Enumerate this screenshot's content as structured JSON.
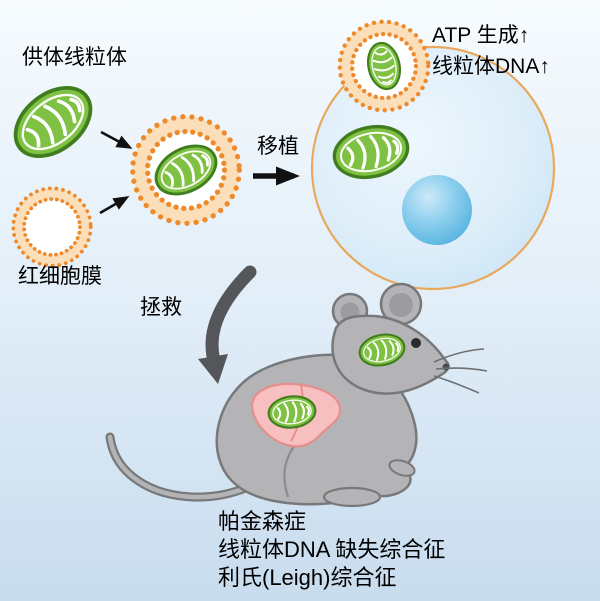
{
  "figure": {
    "type": "schematic-diagram",
    "topic": "mitochondrial transplantation via red-blood-cell-membrane-coated vesicle into recipient cell and diseased mouse"
  },
  "labels": {
    "donor_mitochondria": "供体线粒体",
    "rbc_membrane": "红细胞膜",
    "transplant": "移植",
    "rescue": "拯救",
    "atp_increase": "ATP 生成↑",
    "mtdna_increase": "线粒体DNA↑"
  },
  "diseases": [
    "帕金森症",
    "线粒体DNA 缺失综合征",
    "利氏(Leigh)综合征"
  ],
  "colors": {
    "mitochondria_green": "#7fc142",
    "mitochondria_outline": "#3f7d1e",
    "membrane_orange": "#ee8a2b",
    "membrane_band": "#fbdfba",
    "cell_border": "#e8a85e",
    "nucleus_blue": "#53b4e0",
    "arrow_black": "#111111",
    "rescue_gray": "#55565a",
    "mouse_gray": "#b4b4b6",
    "mouse_outline": "#77787a",
    "liver_pink": "#f7bfbf",
    "background_bottom": "#c8dcee"
  }
}
